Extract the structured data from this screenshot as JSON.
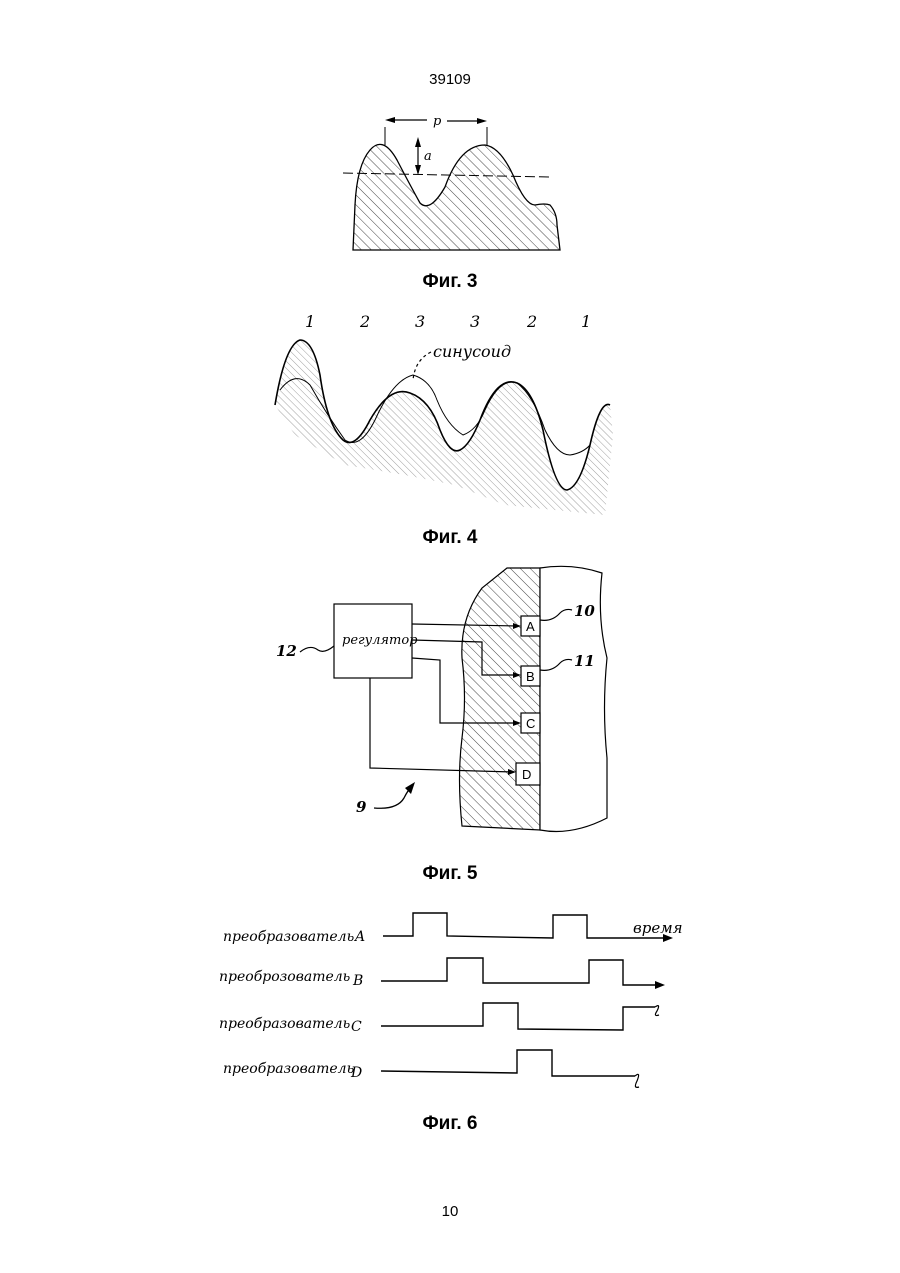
{
  "header": {
    "doc_number": "39109"
  },
  "figures": {
    "fig3": {
      "caption": "Фиг. 3",
      "label_p": "p",
      "label_a": "a"
    },
    "fig4": {
      "caption": "Фиг. 4",
      "numbers": [
        "1",
        "2",
        "3",
        "3",
        "2",
        "1"
      ],
      "label_sinusoid": "синусоид"
    },
    "fig5": {
      "caption": "Фиг. 5",
      "regulator_label": "регулятор",
      "transducers": [
        "A",
        "B",
        "C",
        "D"
      ],
      "ref_10": "10",
      "ref_11": "11",
      "ref_12": "12",
      "ref_9": "9"
    },
    "fig6": {
      "caption": "Фиг. 6",
      "time_label": "время",
      "rows": [
        {
          "label": "преобразователь",
          "letter": "A"
        },
        {
          "label": "преоброзователь",
          "letter": "B"
        },
        {
          "label": "преобразователь",
          "letter": "C"
        },
        {
          "label": "преобразователь",
          "letter": "D"
        }
      ]
    }
  },
  "footer": {
    "page_number": "10"
  }
}
